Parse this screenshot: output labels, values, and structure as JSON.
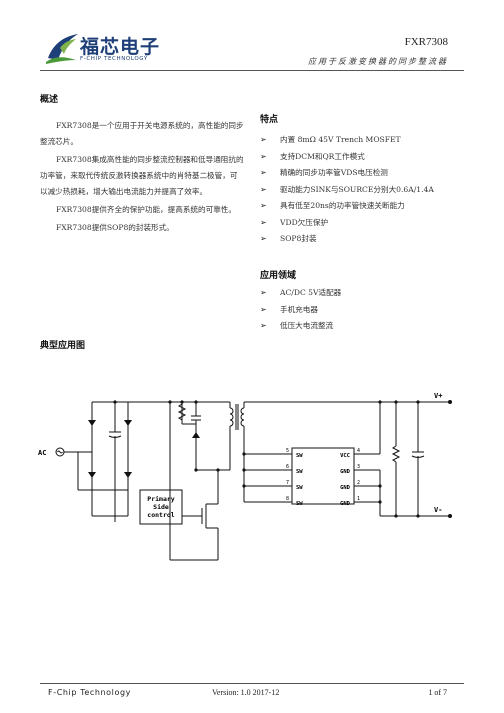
{
  "header": {
    "logo_cn": "福芯电子",
    "logo_en": "F-CHIP TECHNOLOGY",
    "part_number": "FXR7308",
    "subtitle": "应用于反激变换器的同步整流器"
  },
  "overview": {
    "title": "概述",
    "paragraphs": [
      "FXR7308是一个应用于开关电源系统的，高性能的同步整流芯片。",
      "FXR7308集成高性能的同步整流控制器和低导通阻抗的功率管，来取代传统反激转换器系统中的肖特基二极管，可以减少热损耗，增大输出电流能力并提高了效率。",
      "FXR7308提供齐全的保护功能，提高系统的可靠性。",
      "FXR7308提供SOP8的封装形式。"
    ]
  },
  "features": {
    "title": "特点",
    "items": [
      "内置 8mΩ 45V Trench MOSFET",
      "支持DCM和QR工作模式",
      "精确的同步功率管VDS电压检测",
      "驱动能力SINK与SOURCE分别大0.6A/1.4A",
      "具有低至20ns的功率管快速关断能力",
      "VDD欠压保护",
      "SOP8封装"
    ]
  },
  "applications": {
    "title": "应用领域",
    "items": [
      "AC/DC 5V适配器",
      "手机充电器",
      "低压大电流整流"
    ]
  },
  "typical": {
    "title": "典型应用图",
    "ac_label": "AC",
    "controller_label_lines": [
      "Primary",
      "Side",
      "control"
    ],
    "vout_pos": "V+",
    "vout_neg": "V-",
    "pins_left": [
      {
        "num": "5",
        "name": "SW"
      },
      {
        "num": "6",
        "name": "SW"
      },
      {
        "num": "7",
        "name": "SW"
      },
      {
        "num": "8",
        "name": "SW"
      }
    ],
    "pins_right": [
      {
        "num": "4",
        "name": "VCC"
      },
      {
        "num": "3",
        "name": "GND"
      },
      {
        "num": "2",
        "name": "GND"
      },
      {
        "num": "1",
        "name": "GND"
      }
    ]
  },
  "footer": {
    "company": "F-Chip Technology",
    "version": "Version: 1.0    2017-12",
    "page": "1 of 7"
  }
}
